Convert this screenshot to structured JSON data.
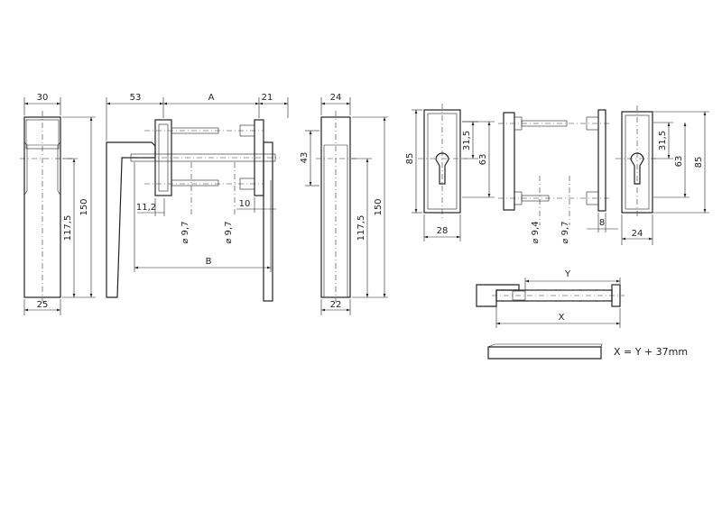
{
  "dimensions": {
    "handle_front": {
      "top_width": "30",
      "bottom_width": "25",
      "height_total": "150",
      "height_lower": "117,5"
    },
    "handle_side": {
      "left_offset": "53",
      "spindle_a": "A",
      "rose_width": "21",
      "spindle_b": "B",
      "offset_11_2": "11,2",
      "offset_10": "10",
      "screw_dia_1": "⌀ 9,7",
      "screw_dia_2": "⌀ 9,7"
    },
    "handle_back": {
      "top_width": "24",
      "bottom_width": "22",
      "height_43": "43",
      "height_total": "150",
      "height_lower": "117,5"
    },
    "escutcheon_front": {
      "height": "85",
      "cyl_height": "31,5",
      "hole_distance": "63",
      "width": "28"
    },
    "escutcheon_side": {
      "screw_dia_1": "⌀ 9,4",
      "screw_dia_2": "⌀ 9,7",
      "depth": "8"
    },
    "escutcheon_back": {
      "height": "85",
      "cyl_height": "31,5",
      "hole_distance": "63",
      "width": "24"
    },
    "spindle_detail": {
      "y_label": "Y",
      "x_label": "X"
    }
  },
  "formula": "X = Y + 37mm"
}
